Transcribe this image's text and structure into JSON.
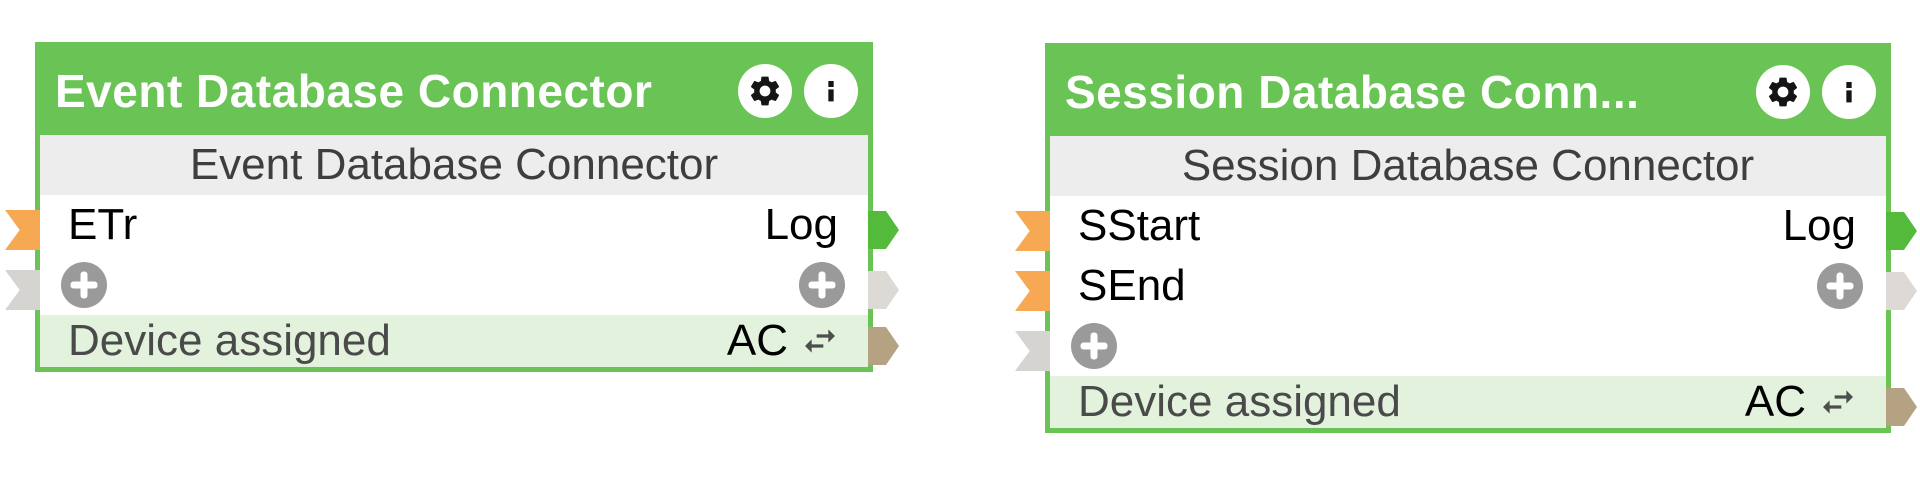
{
  "canvas": {
    "background": "#FFFFFF"
  },
  "colors": {
    "node_green": "#6AC455",
    "output_green": "#54BA3C",
    "input_orange": "#F6A853",
    "flag_gray": "#D6D4D1",
    "output_gray": "#DDDAD6",
    "output_tan": "#B4A283",
    "footer_bg": "#E3F2DC",
    "subtitle_bg": "#EDEDED",
    "add_circle": "#9A9A9A",
    "title_text": "#FFFFFF",
    "subtitle_text": "#3E3E3E",
    "label_text": "#000000",
    "footer_text": "#4A4A4A"
  },
  "icons": {
    "header": [
      "gear-icon",
      "info-icon"
    ],
    "footer": "swap-arrows-icon",
    "add": "plus-icon"
  },
  "nodes": [
    {
      "title": "Event Database Connector",
      "subtitle": "Event Database Connector",
      "rows": [
        {
          "left_label": "ETr",
          "right_label": "Log"
        }
      ],
      "inputs": [
        {
          "name": "ETr",
          "color": "#F6A853"
        },
        {
          "name": "add-input",
          "color": "#D6D4D1"
        }
      ],
      "outputs": [
        {
          "name": "Log",
          "color": "#54BA3C"
        },
        {
          "name": "add-output",
          "color": "#DDDAD6"
        },
        {
          "name": "AC",
          "color": "#B4A283"
        }
      ],
      "footer": {
        "status": "Device assigned",
        "mode": "AC"
      }
    },
    {
      "title": "Session Database Conn...",
      "subtitle": "Session Database Connector",
      "rows": [
        {
          "left_label": "SStart",
          "right_label": "Log"
        },
        {
          "left_label": "SEnd"
        }
      ],
      "inputs": [
        {
          "name": "SStart",
          "color": "#F6A853"
        },
        {
          "name": "SEnd",
          "color": "#F6A853"
        },
        {
          "name": "add-input",
          "color": "#D6D4D1"
        }
      ],
      "outputs": [
        {
          "name": "Log",
          "color": "#54BA3C"
        },
        {
          "name": "add-output",
          "color": "#DDDAD6"
        },
        {
          "name": "AC",
          "color": "#B4A283"
        }
      ],
      "footer": {
        "status": "Device assigned",
        "mode": "AC"
      }
    }
  ]
}
